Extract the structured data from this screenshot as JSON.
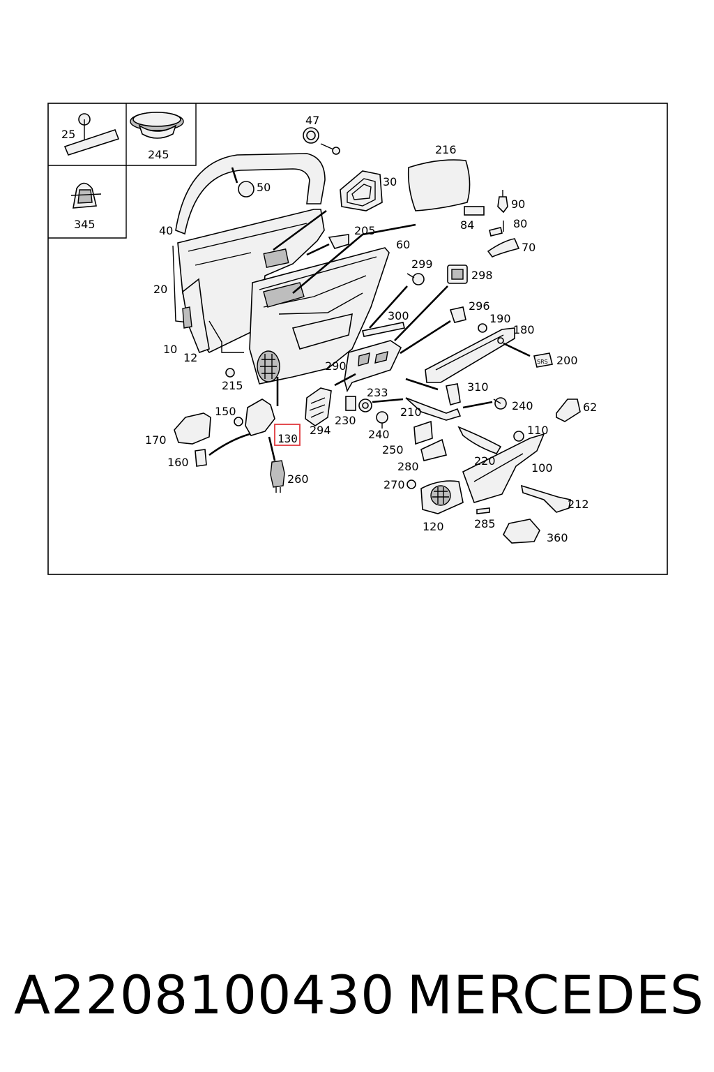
{
  "caption": {
    "part_number": "A2208100430",
    "brand": "MERCEDES"
  },
  "callouts": [
    {
      "id": "47"
    },
    {
      "id": "216"
    },
    {
      "id": "30"
    },
    {
      "id": "50"
    },
    {
      "id": "90"
    },
    {
      "id": "40"
    },
    {
      "id": "84"
    },
    {
      "id": "80"
    },
    {
      "id": "205"
    },
    {
      "id": "70"
    },
    {
      "id": "60"
    },
    {
      "id": "299"
    },
    {
      "id": "298"
    },
    {
      "id": "20"
    },
    {
      "id": "296"
    },
    {
      "id": "300"
    },
    {
      "id": "190"
    },
    {
      "id": "180"
    },
    {
      "id": "10"
    },
    {
      "id": "12"
    },
    {
      "id": "200"
    },
    {
      "id": "290"
    },
    {
      "id": "215"
    },
    {
      "id": "310"
    },
    {
      "id": "233"
    },
    {
      "id": "240"
    },
    {
      "id": "62"
    },
    {
      "id": "150"
    },
    {
      "id": "210"
    },
    {
      "id": "230"
    },
    {
      "id": "294"
    },
    {
      "id": "240"
    },
    {
      "id": "110"
    },
    {
      "id": "170"
    },
    {
      "id": "130"
    },
    {
      "id": "250"
    },
    {
      "id": "160"
    },
    {
      "id": "220"
    },
    {
      "id": "280"
    },
    {
      "id": "100"
    },
    {
      "id": "260"
    },
    {
      "id": "270"
    },
    {
      "id": "212"
    },
    {
      "id": "120"
    },
    {
      "id": "285"
    },
    {
      "id": "360"
    }
  ],
  "inset_labels": [
    "25",
    "245",
    "345"
  ],
  "badge_text": "SRS",
  "highlight_color": "#e0393e"
}
